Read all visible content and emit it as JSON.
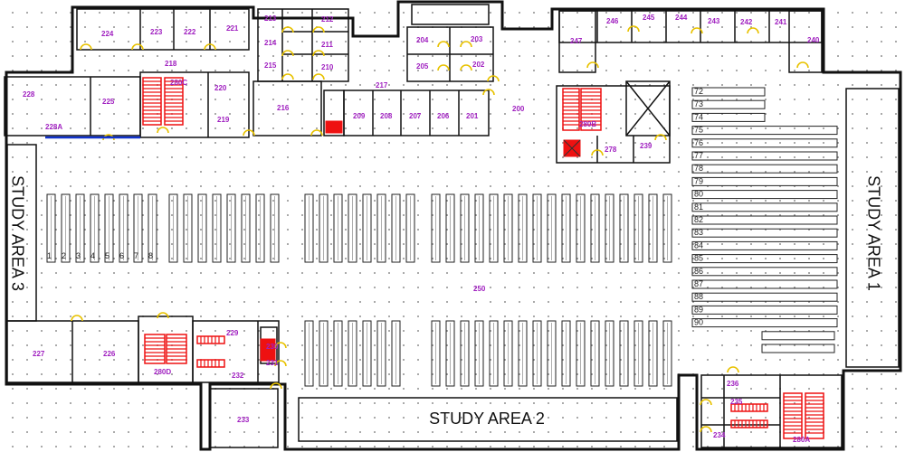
{
  "colors": {
    "wall": "#111111",
    "room_label": "#a020c0",
    "stairs": "#ee1111",
    "door": "#e8c200",
    "accent_blue": "#1133cc"
  },
  "study_areas": {
    "area_1": "STUDY AREA 1",
    "area_2": "STUDY AREA 2",
    "area_3": "STUDY AREA 3"
  },
  "rooms": [
    "224",
    "223",
    "222",
    "221",
    "213",
    "212",
    "214",
    "211",
    "215",
    "210",
    "204",
    "203",
    "205",
    "202",
    "246",
    "245",
    "244",
    "243",
    "242",
    "241",
    "247",
    "240",
    "218",
    "220",
    "228",
    "225",
    "219",
    "228A",
    "280C",
    "217",
    "216",
    "209",
    "208",
    "207",
    "206",
    "201",
    "200",
    "280B",
    "278",
    "239",
    "250",
    "227",
    "226",
    "229",
    "230",
    "231",
    "232",
    "280D",
    "233",
    "236",
    "235",
    "234",
    "280A"
  ],
  "ranges": {
    "east_shelves": [
      "72",
      "73",
      "74",
      "75",
      "76",
      "77",
      "78",
      "79",
      "80",
      "81",
      "82",
      "83",
      "84",
      "85",
      "86",
      "87",
      "88",
      "89",
      "90"
    ],
    "west_shelves": [
      "1",
      "2",
      "3",
      "4",
      "5",
      "6",
      "7",
      "8"
    ]
  }
}
